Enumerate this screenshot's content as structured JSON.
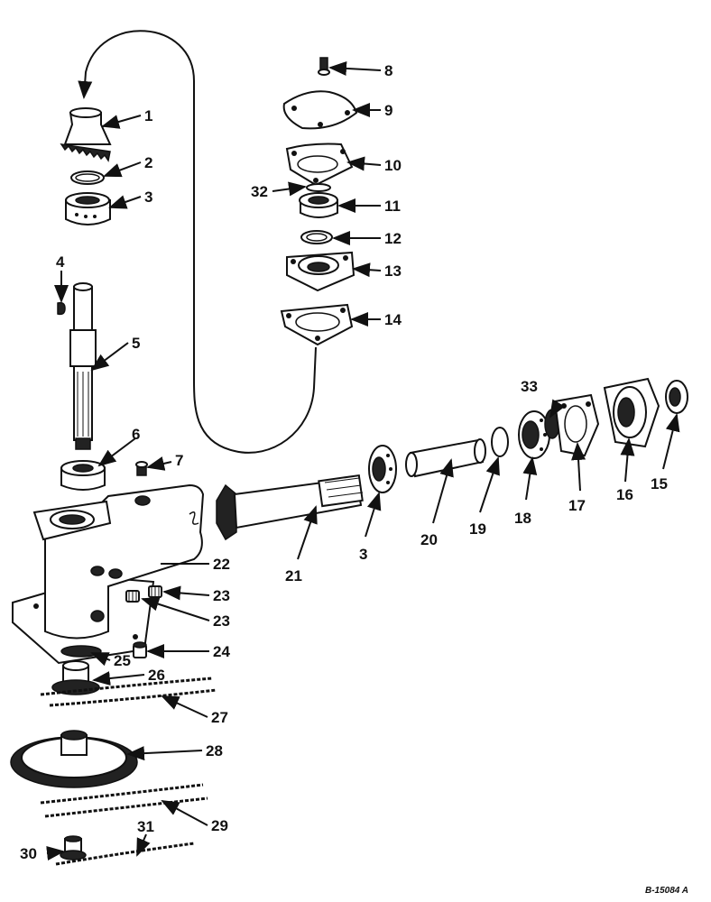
{
  "drawing_number": "B-15084 A",
  "callouts": [
    {
      "id": "c1",
      "label": "1"
    },
    {
      "id": "c2",
      "label": "2"
    },
    {
      "id": "c3a",
      "label": "3"
    },
    {
      "id": "c4",
      "label": "4"
    },
    {
      "id": "c5",
      "label": "5"
    },
    {
      "id": "c6",
      "label": "6"
    },
    {
      "id": "c7",
      "label": "7"
    },
    {
      "id": "c8",
      "label": "8"
    },
    {
      "id": "c9",
      "label": "9"
    },
    {
      "id": "c10",
      "label": "10"
    },
    {
      "id": "c11",
      "label": "11"
    },
    {
      "id": "c12",
      "label": "12"
    },
    {
      "id": "c13",
      "label": "13"
    },
    {
      "id": "c14",
      "label": "14"
    },
    {
      "id": "c15",
      "label": "15"
    },
    {
      "id": "c16",
      "label": "16"
    },
    {
      "id": "c17",
      "label": "17"
    },
    {
      "id": "c18",
      "label": "18"
    },
    {
      "id": "c19",
      "label": "19"
    },
    {
      "id": "c20",
      "label": "20"
    },
    {
      "id": "c21",
      "label": "21"
    },
    {
      "id": "c3b",
      "label": "3"
    },
    {
      "id": "c22",
      "label": "22"
    },
    {
      "id": "c23a",
      "label": "23"
    },
    {
      "id": "c23b",
      "label": "23"
    },
    {
      "id": "c24",
      "label": "24"
    },
    {
      "id": "c25",
      "label": "25"
    },
    {
      "id": "c26",
      "label": "26"
    },
    {
      "id": "c27",
      "label": "27"
    },
    {
      "id": "c28",
      "label": "28"
    },
    {
      "id": "c29",
      "label": "29"
    },
    {
      "id": "c30",
      "label": "30"
    },
    {
      "id": "c31",
      "label": "31"
    },
    {
      "id": "c32",
      "label": "32"
    },
    {
      "id": "c33",
      "label": "33"
    }
  ]
}
